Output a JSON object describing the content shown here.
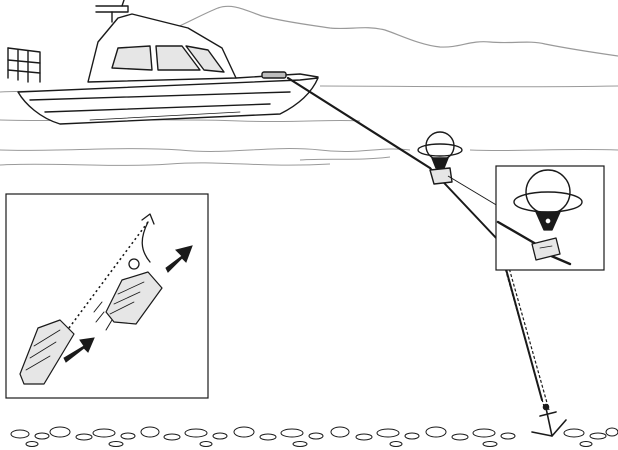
{
  "figure": {
    "type": "anchor-retrieval-illustration",
    "colors": {
      "ink": "#1a1a1a",
      "paper": "#ffffff",
      "fill_light": "#e6e6e6",
      "fill_mid": "#bdbdbd",
      "mountain": "#9a9a9a"
    },
    "scene": {
      "elements": [
        "cabin-cruiser-boat",
        "anchor-line",
        "float-buoy",
        "chain",
        "anchor",
        "lake-bottom-rocks",
        "mountain-range",
        "water-ripples"
      ]
    },
    "inset_retrieval_steps": {
      "elements": [
        "boat-start",
        "boat-moving",
        "direction-arrow-start",
        "direction-arrow-forward",
        "dotted-path-line",
        "swing-arc-arrow"
      ]
    },
    "inset_buoy_detail": {
      "elements": [
        "buoy-ball",
        "buoy-ring",
        "pulley-ring",
        "rope"
      ]
    }
  }
}
